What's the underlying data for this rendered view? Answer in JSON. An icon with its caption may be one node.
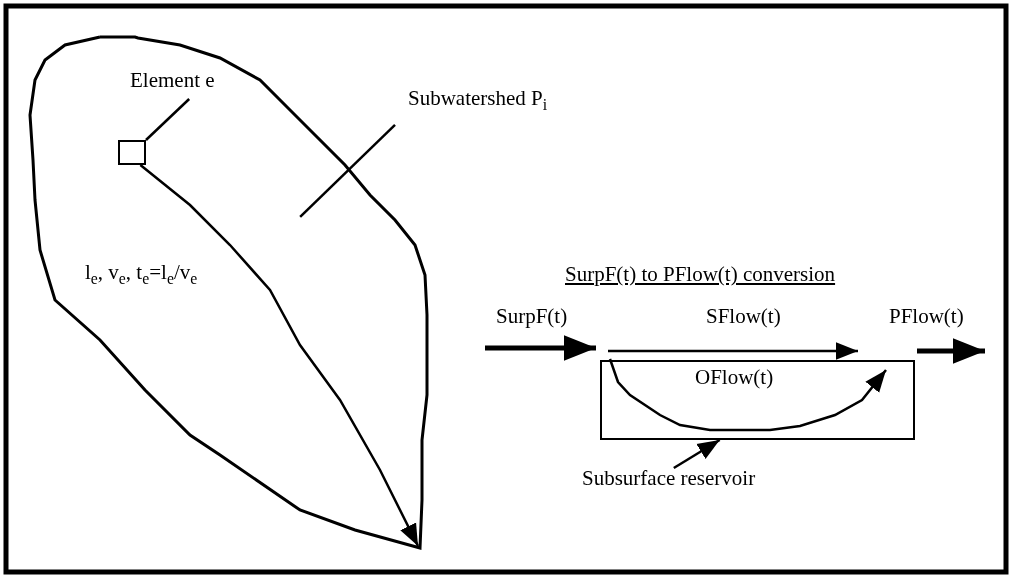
{
  "diagram": {
    "nodes": [
      {
        "text": [],
        "shape": "outline"
      },
      {
        "text": [
          "Element e"
        ],
        "in": 0
      },
      {
        "text": [],
        "shape": "box",
        "in": 0
      },
      {
        "text": [
          "Subwatershed P$_{i}$"
        ]
      },
      {
        "text": [],
        "shape": "box"
      },
      {
        "text": [
          "Subsurface reservoir"
        ]
      }
    ],
    "edges": [
      {
        "from": 1,
        "to": 2,
        "arrow": "none"
      },
      {
        "from": 3,
        "to": 0,
        "arrow": "none"
      },
      {
        "from": 2,
        "to": null,
        "arrow": "to"
      },
      {
        "from": null,
        "to": 4,
        "arrow": "to",
        "label": "SurpF(t)",
        "style": "thick"
      },
      {
        "from": 4,
        "to": null,
        "arrow": "to",
        "label": "PFlow(t)",
        "style": "thick"
      },
      {
        "from": 5,
        "to": 4,
        "arrow": "to"
      }
    ],
    "labels": [
      "l$_{e}$, v$_{e}$, t$_{e}$=l$_{e}$/v$_{e}$",
      "SurpF(t) to PFlow(t) conversion",
      "SFlow(t)",
      "OFlow(t)"
    ]
  }
}
